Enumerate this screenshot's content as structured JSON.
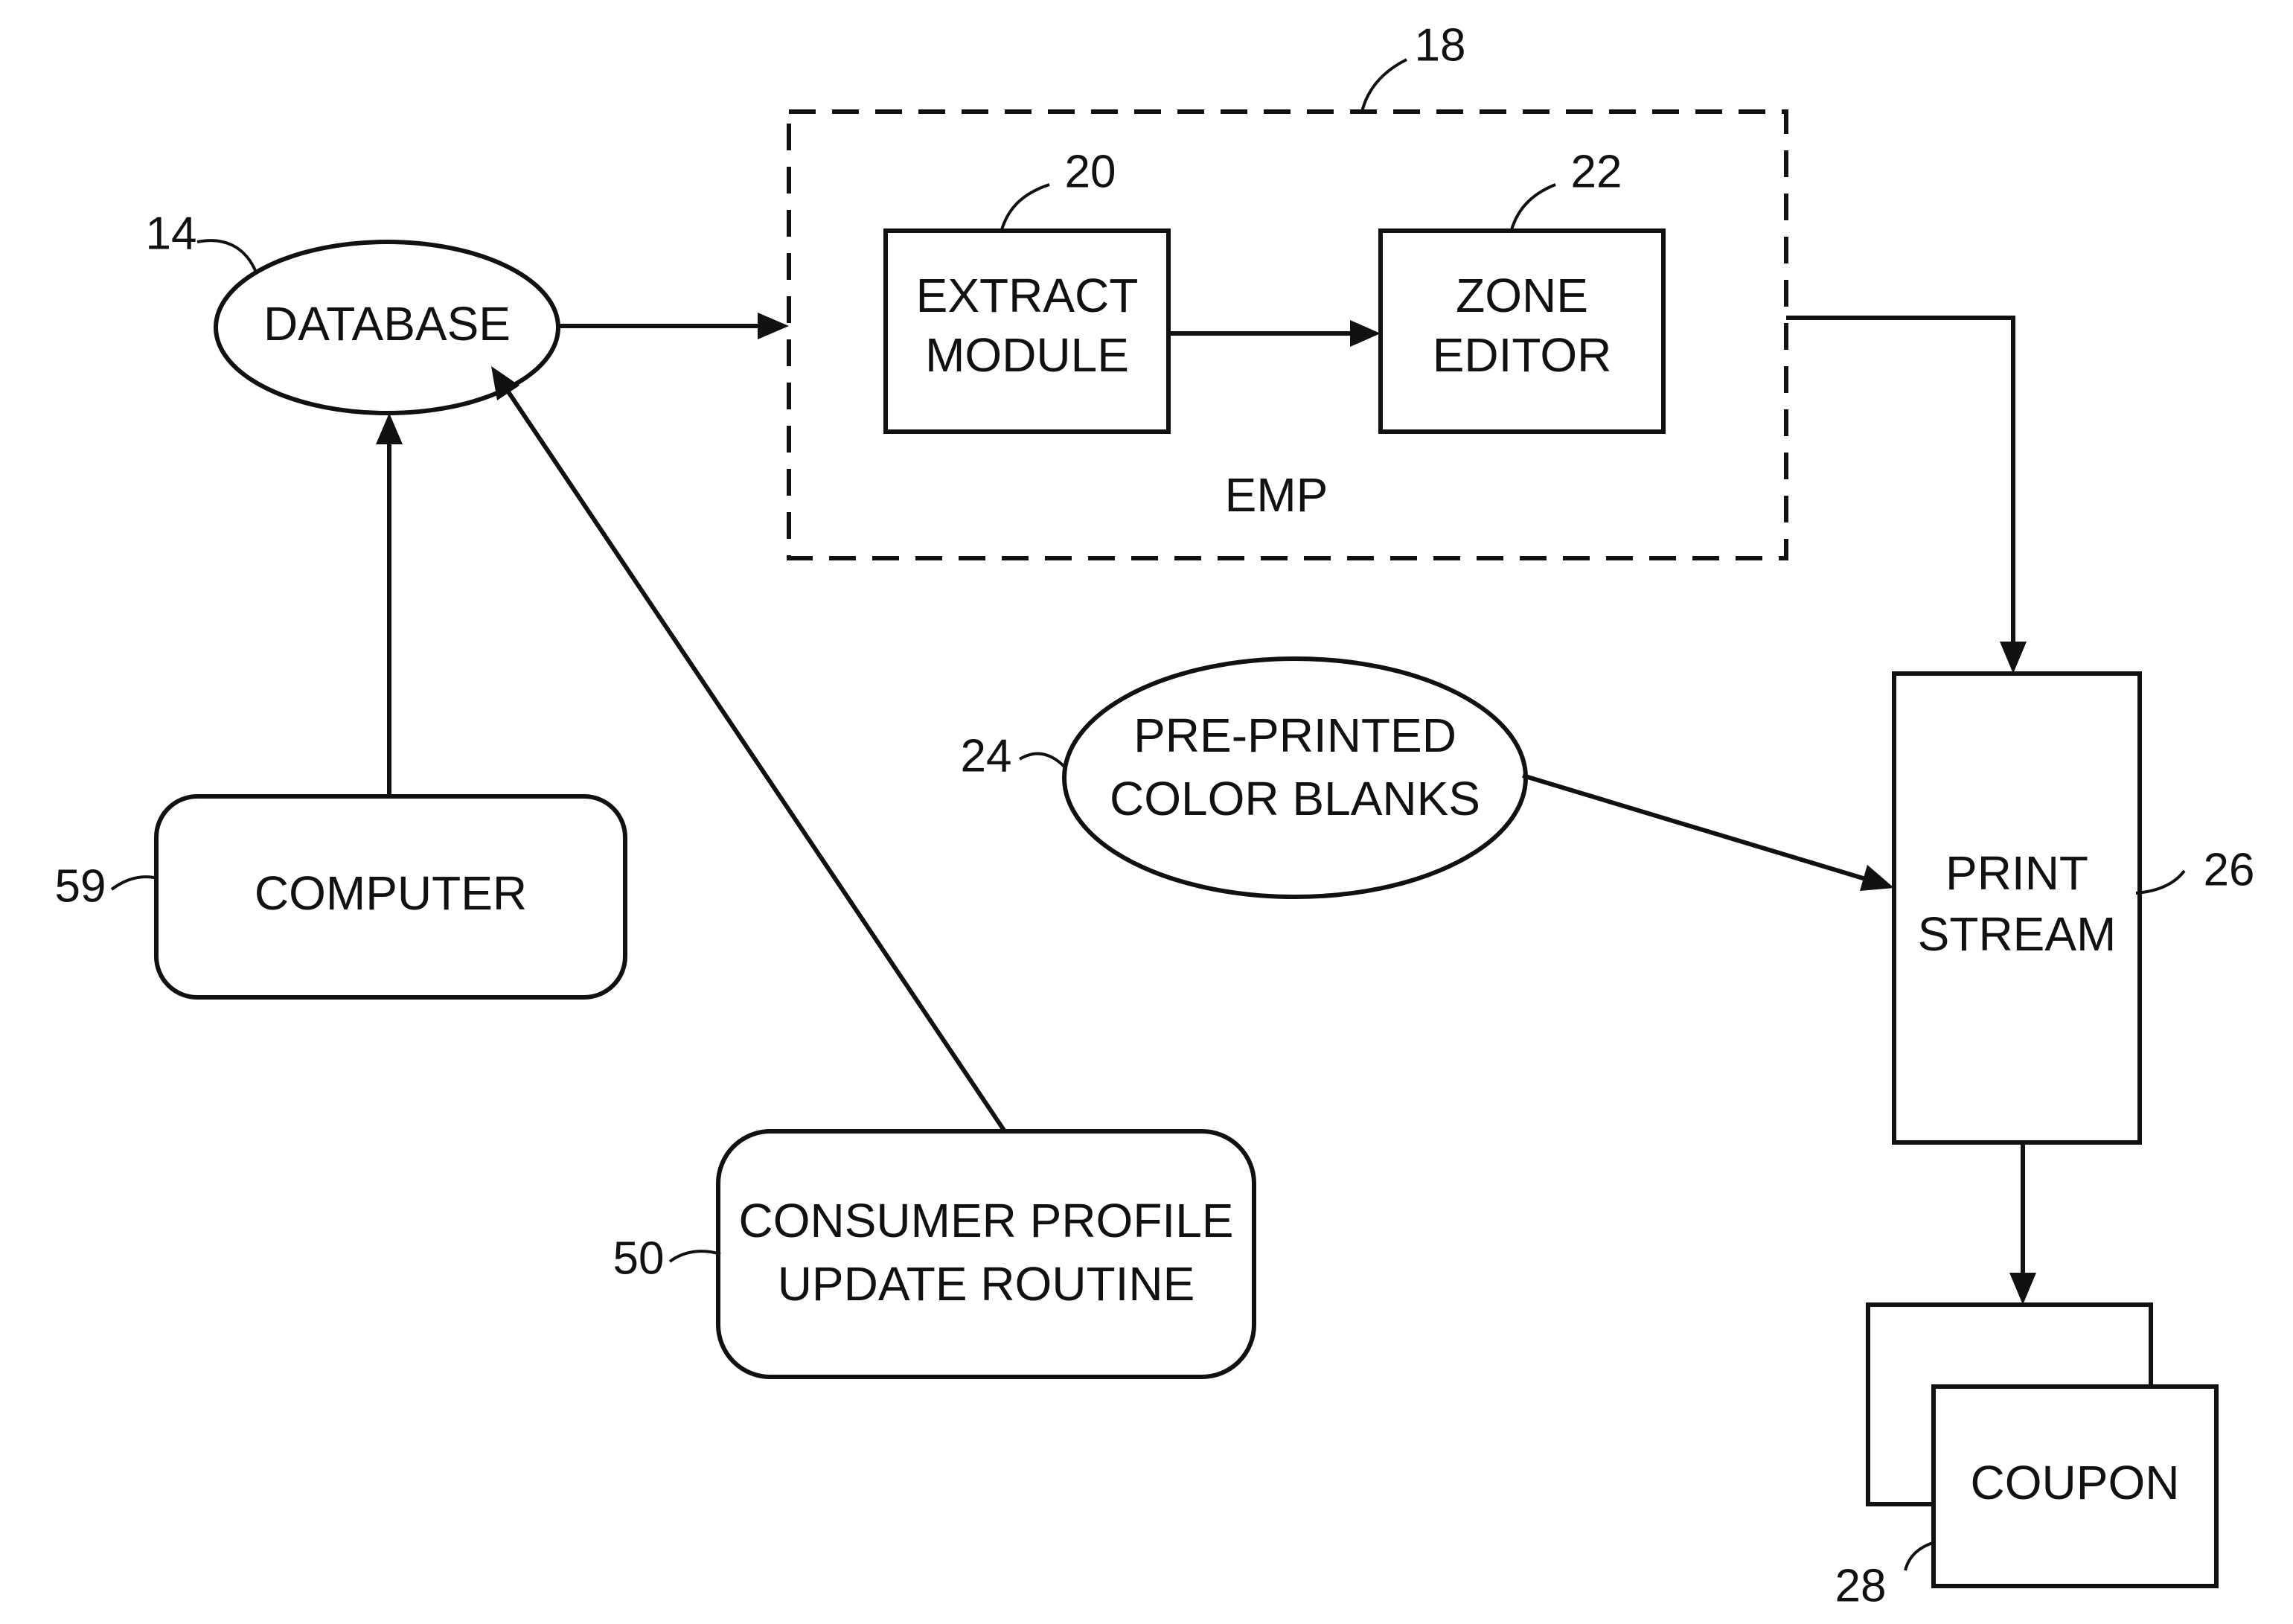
{
  "diagram": {
    "emp_group": {
      "label": "EMP",
      "ref": "18"
    },
    "extract_module": {
      "line1": "EXTRACT",
      "line2": "MODULE",
      "ref": "20"
    },
    "zone_editor": {
      "line1": "ZONE",
      "line2": "EDITOR",
      "ref": "22"
    },
    "database": {
      "label": "DATABASE",
      "ref": "14"
    },
    "computer": {
      "label": "COMPUTER",
      "ref": "59"
    },
    "consumer_profile": {
      "line1": "CONSUMER PROFILE",
      "line2": "UPDATE ROUTINE",
      "ref": "50"
    },
    "color_blanks": {
      "line1": "PRE-PRINTED",
      "line2": "COLOR BLANKS",
      "ref": "24"
    },
    "print_stream": {
      "line1": "PRINT",
      "line2": "STREAM",
      "ref": "26"
    },
    "coupon": {
      "label": "COUPON",
      "ref": "28"
    },
    "edges": [
      {
        "from": "database",
        "to": "emp_group"
      },
      {
        "from": "extract_module",
        "to": "zone_editor"
      },
      {
        "from": "emp_group",
        "to": "print_stream"
      },
      {
        "from": "computer",
        "to": "database"
      },
      {
        "from": "consumer_profile",
        "to": "database"
      },
      {
        "from": "color_blanks",
        "to": "print_stream"
      },
      {
        "from": "print_stream",
        "to": "coupon"
      }
    ]
  },
  "colors": {
    "ink": "#111111",
    "background": "#ffffff"
  }
}
